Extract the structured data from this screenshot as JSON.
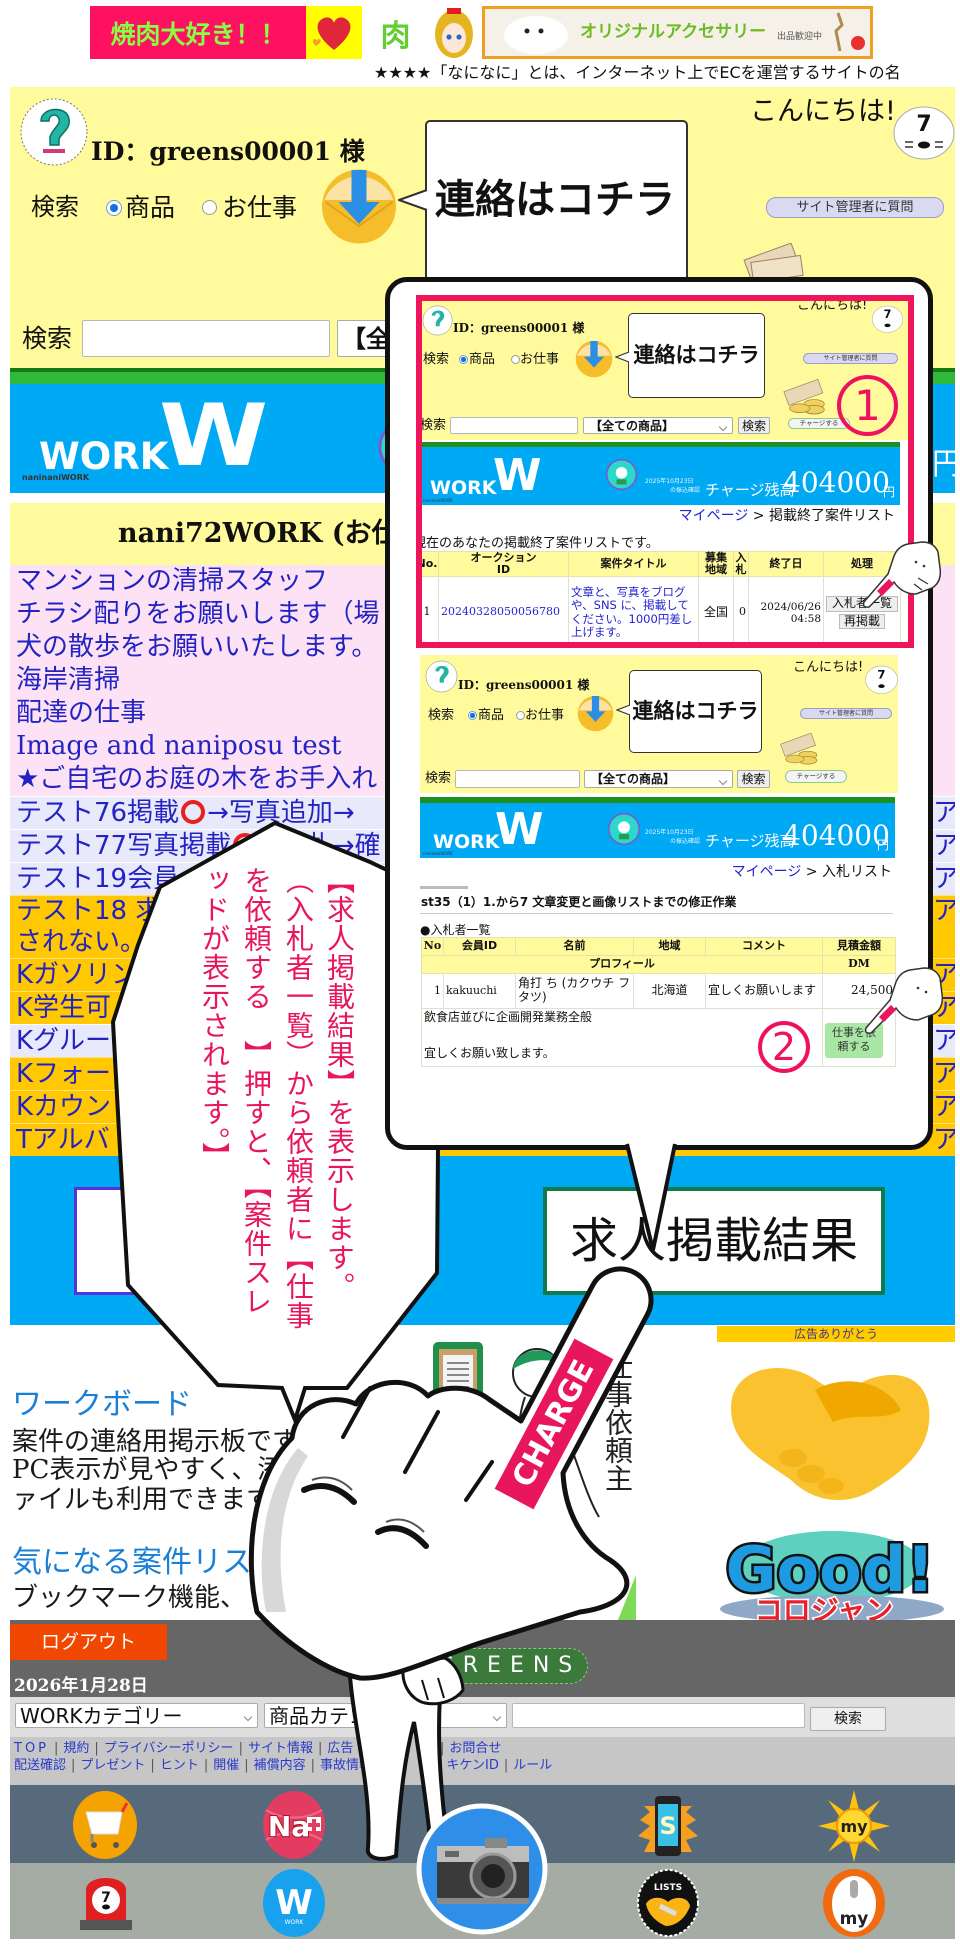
{
  "top_banner": {
    "yakiniku": "焼肉大好き！！",
    "niku": "肉",
    "accessory": "オリジナルアクセサリー",
    "accessory_sub": "出品歓迎中"
  },
  "marquee": "★★★★「なになに」とは、インターネット上でECを運営するサイトの名",
  "header": {
    "user_id": "ID：greens00001 様",
    "search_label": "検索",
    "radio_product": "商品",
    "radio_job": "お仕事",
    "selected_radio": "商品",
    "contact_label": "連絡はコチラ",
    "greeting": "こんにちは!",
    "avatar_glyph": "7",
    "admin_question": "サイト管理者に質問",
    "keyword_label": "検索",
    "keyword_value": "",
    "category_select": "【全"
  },
  "work_banner": {
    "logo_word": "WORK",
    "logo_letter": "W",
    "logo_caption": "naninaniWORK",
    "currency_fragment": "円"
  },
  "section_title": "nani72WORK (お仕事",
  "job_list": [
    {
      "title": "マンションの清掃スタッフ",
      "row_type": "pink"
    },
    {
      "title": "チラシ配りをお願いします（場",
      "row_type": "pink"
    },
    {
      "title": "犬の散歩をお願いいたします。",
      "row_type": "pink"
    },
    {
      "title": "海岸清掃",
      "row_type": "pink"
    },
    {
      "title": "配達の仕事",
      "row_type": "pink"
    },
    {
      "title": "Image and naniposu test",
      "row_type": "pink"
    },
    {
      "title": "★ご自宅のお庭の木をお手入れ",
      "row_type": "pink"
    },
    {
      "title": "テスト76掲載",
      "mark": "red-circle-icon",
      "title_after": "→写真追加→",
      "tail": "ア",
      "row_type": "lavender"
    },
    {
      "title": "テスト77写真掲載",
      "mark": "red-circle-icon",
      "title_after": "→入札→確",
      "tail": "ア",
      "row_type": "lavender"
    },
    {
      "title": "テスト19会員",
      "tail": "ア",
      "row_type": "lavender"
    },
    {
      "title": "テスト18 求",
      "title_line2": "されない。",
      "tail": "ア",
      "row_type": "gold"
    },
    {
      "title": "Kガソリン",
      "tail": "ア",
      "row_type": "gold"
    },
    {
      "title": "K学生可",
      "tail": "ア",
      "row_type": "gold"
    },
    {
      "title": "Kグルー",
      "tail": "ア",
      "row_type": "lavender"
    },
    {
      "title": "Kフォー",
      "tail": "ア",
      "row_type": "gold"
    },
    {
      "title": "Kカウン",
      "tail": "ア",
      "row_type": "gold"
    },
    {
      "title": "Tアルバ",
      "tail": "ア",
      "row_type": "gold"
    }
  ],
  "action_buttons": {
    "left": "",
    "right": "求人掲載結果"
  },
  "callout": {
    "columns": [
      "【求人掲載結果】を表示します。",
      "（入札者一覧）から依頼者に【仕事",
      "を依頼する　】押すと、【案件スレ",
      "ッドが表示されます。】"
    ]
  },
  "info": {
    "workboard_title": "ワークボード",
    "workboard_lines": [
      "案件の連絡用掲示板です",
      "PC表示が見やすく、添",
      "ァイルも利用できます"
    ],
    "watchlist_title": "気になる案件リスト",
    "watchlist_lines": [
      "ブックマーク機能、"
    ]
  },
  "ads": {
    "thanks_label": "広告ありがとう",
    "good_title": "Good!",
    "good_subtitle": "コロジャン"
  },
  "illustration": {
    "caption": "仕事依頼主"
  },
  "hand": {
    "band_label": "CHARGE"
  },
  "footer": {
    "logout": "ログアウト",
    "date": "2026年1月28日",
    "brand": "GREENS",
    "work_category": "WORKカテゴリー",
    "product_category": "商品カテゴリー",
    "search_value": "",
    "search_button": "検索",
    "links_row1_left": [
      "TOP",
      "規約",
      "プライバシーポリシー",
      "サイト情報",
      "広告"
    ],
    "links_row1_right": [
      "お問合せ"
    ],
    "links_row2_left": [
      "配送確認",
      "プレゼント",
      "ヒント",
      "開催",
      "補償内容",
      "事故情報"
    ],
    "links_row2_right": [
      "キケンID",
      "ルール"
    ]
  },
  "bottom_nav": {
    "row1": [
      {
        "icon": "cart-icon"
      },
      {
        "icon": "na-badge-icon",
        "label": "Na"
      },
      {
        "icon": "smartphone-s-icon",
        "label": "S"
      },
      {
        "icon": "sun-my-icon",
        "label": "my"
      }
    ],
    "center": {
      "icon": "camera-icon"
    },
    "row2": [
      {
        "icon": "siren-icon",
        "label": "7"
      },
      {
        "icon": "work-w-icon",
        "label": "W",
        "sub": "WORK"
      },
      {
        "icon": "lists-handshake-icon",
        "label": "LISTS"
      },
      {
        "icon": "mouse-my-icon",
        "label": "my"
      }
    ]
  },
  "inset": {
    "screen1": {
      "user_id": "ID：greens00001 様",
      "search_label": "検索",
      "radio_product": "商品",
      "radio_job": "お仕事",
      "contact_label": "連絡はコチラ",
      "greeting": "こんにちは!",
      "avatar_glyph": "7",
      "admin_question": "サイト管理者に質問",
      "charge_button": "チャージする",
      "keyword_label": "検索",
      "category_select": "【全ての商品】",
      "search_button": "検索",
      "logo_word": "WORK",
      "logo_letter": "W",
      "logo_caption": "naninaniWORK",
      "deposit_date": "2025年10月23日",
      "deposit_note": "の振込確認",
      "balance_label": "チャージ残高",
      "balance": "404000",
      "currency": "円",
      "breadcrumb_link": "マイページ",
      "breadcrumb_sep": " > ",
      "breadcrumb_current": "掲載終了案件リスト",
      "intro": "現在のあなたの掲載終了案件リストです。",
      "table_headers": [
        "No.",
        "オークション\nID",
        "案件タイトル",
        "募集\n地域",
        "入\n札",
        "終了日",
        "処理"
      ],
      "rows": [
        {
          "no": "1",
          "auction_id": "20240328050056780",
          "title": "文章と、写真をブログや、SNS に、掲載してください。1000円差し上げます。",
          "region": "全国",
          "bids": "0",
          "end_date": "2024/06/26",
          "end_time": "04:58",
          "action_bidders": "入札者一覧",
          "action_repost": "再掲載"
        }
      ],
      "marker": "1"
    },
    "screen2": {
      "user_id": "ID：greens00001 様",
      "search_label": "検索",
      "radio_product": "商品",
      "radio_job": "お仕事",
      "contact_label": "連絡はコチラ",
      "greeting": "こんにちは!",
      "avatar_glyph": "7",
      "admin_question": "サイト管理者に質問",
      "charge_button": "チャージする",
      "keyword_label": "検索",
      "category_select": "【全ての商品】",
      "search_button": "検索",
      "logo_word": "WORK",
      "logo_letter": "W",
      "logo_caption": "naninaniWORK",
      "deposit_date": "2025年10月23日",
      "deposit_note": "の振込確認",
      "balance_label": "チャージ残高",
      "balance": "404000",
      "currency": "円",
      "breadcrumb_link": "マイページ",
      "breadcrumb_sep": " > ",
      "breadcrumb_current": "入札リスト",
      "job_title": "st35（1）1.から7 文章変更と画像リストまでの修正作業",
      "bidders_heading": "●入札者一覧",
      "table_headers": [
        "No",
        "会員ID",
        "名前",
        "地域",
        "コメント",
        "見積金額"
      ],
      "table_subheaders": [
        "プロフィール",
        "DM"
      ],
      "rows": [
        {
          "no": "1",
          "member_id": "kakuuchi",
          "name": "角打 ち (カクウチ フタツ)",
          "region": "北海道",
          "comment": "宜しくお願いします",
          "amount": "24,500",
          "profile_lines": [
            "飲食店並びに企画開発業務全般",
            "宜しくお願い致します。"
          ],
          "request_button": "仕事を依頼する"
        }
      ],
      "marker": "2"
    }
  },
  "theme": {
    "header_yellow": "#fffa9c",
    "work_blue": "#00a9f4",
    "row_pink": "#fde2f6",
    "row_lavender": "#e8e9fa",
    "row_gold": "#ffc800",
    "link_blue": "#2323c4",
    "callout_red": "#e8175d",
    "logout_orange": "#f04800",
    "footer_gray": "#666666",
    "nav_slate": "#566a7c"
  }
}
